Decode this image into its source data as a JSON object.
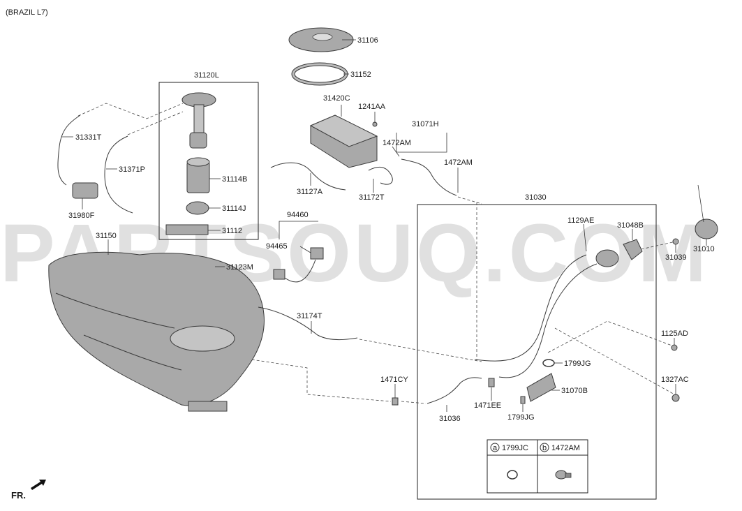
{
  "header": {
    "region": "(BRAZIL L7)"
  },
  "watermark": "PARTSOUQ.COM",
  "orientation": "FR.",
  "parts": [
    {
      "id": "31106",
      "label": "31106"
    },
    {
      "id": "31152",
      "label": "31152"
    },
    {
      "id": "31120L",
      "label": "31120L"
    },
    {
      "id": "31420C",
      "label": "31420C"
    },
    {
      "id": "1241AA",
      "label": "1241AA"
    },
    {
      "id": "31071H",
      "label": "31071H"
    },
    {
      "id": "1472AM_a",
      "label": "1472AM"
    },
    {
      "id": "1472AM_b",
      "label": "1472AM"
    },
    {
      "id": "31331T",
      "label": "31331T"
    },
    {
      "id": "31371P",
      "label": "31371P"
    },
    {
      "id": "31114B",
      "label": "31114B"
    },
    {
      "id": "31127A",
      "label": "31127A"
    },
    {
      "id": "31172T",
      "label": "31172T"
    },
    {
      "id": "31030",
      "label": "31030"
    },
    {
      "id": "31980F",
      "label": "31980F"
    },
    {
      "id": "31114J",
      "label": "31114J"
    },
    {
      "id": "94460",
      "label": "94460"
    },
    {
      "id": "1129AE",
      "label": "1129AE"
    },
    {
      "id": "31048B",
      "label": "31048B"
    },
    {
      "id": "31010",
      "label": "31010"
    },
    {
      "id": "31150",
      "label": "31150"
    },
    {
      "id": "31112",
      "label": "31112"
    },
    {
      "id": "94465",
      "label": "94465"
    },
    {
      "id": "31039",
      "label": "31039"
    },
    {
      "id": "31123M",
      "label": "31123M"
    },
    {
      "id": "31174T",
      "label": "31174T"
    },
    {
      "id": "1125AD",
      "label": "1125AD"
    },
    {
      "id": "1799JG_a",
      "label": "1799JG"
    },
    {
      "id": "1471CY",
      "label": "1471CY"
    },
    {
      "id": "31070B",
      "label": "31070B"
    },
    {
      "id": "1327AC",
      "label": "1327AC"
    },
    {
      "id": "1471EE",
      "label": "1471EE"
    },
    {
      "id": "31036",
      "label": "31036"
    },
    {
      "id": "1799JG_b",
      "label": "1799JG"
    }
  ],
  "legend": {
    "a": {
      "marker": "a",
      "code": "1799JC"
    },
    "b": {
      "marker": "b",
      "code": "1472AM"
    }
  }
}
